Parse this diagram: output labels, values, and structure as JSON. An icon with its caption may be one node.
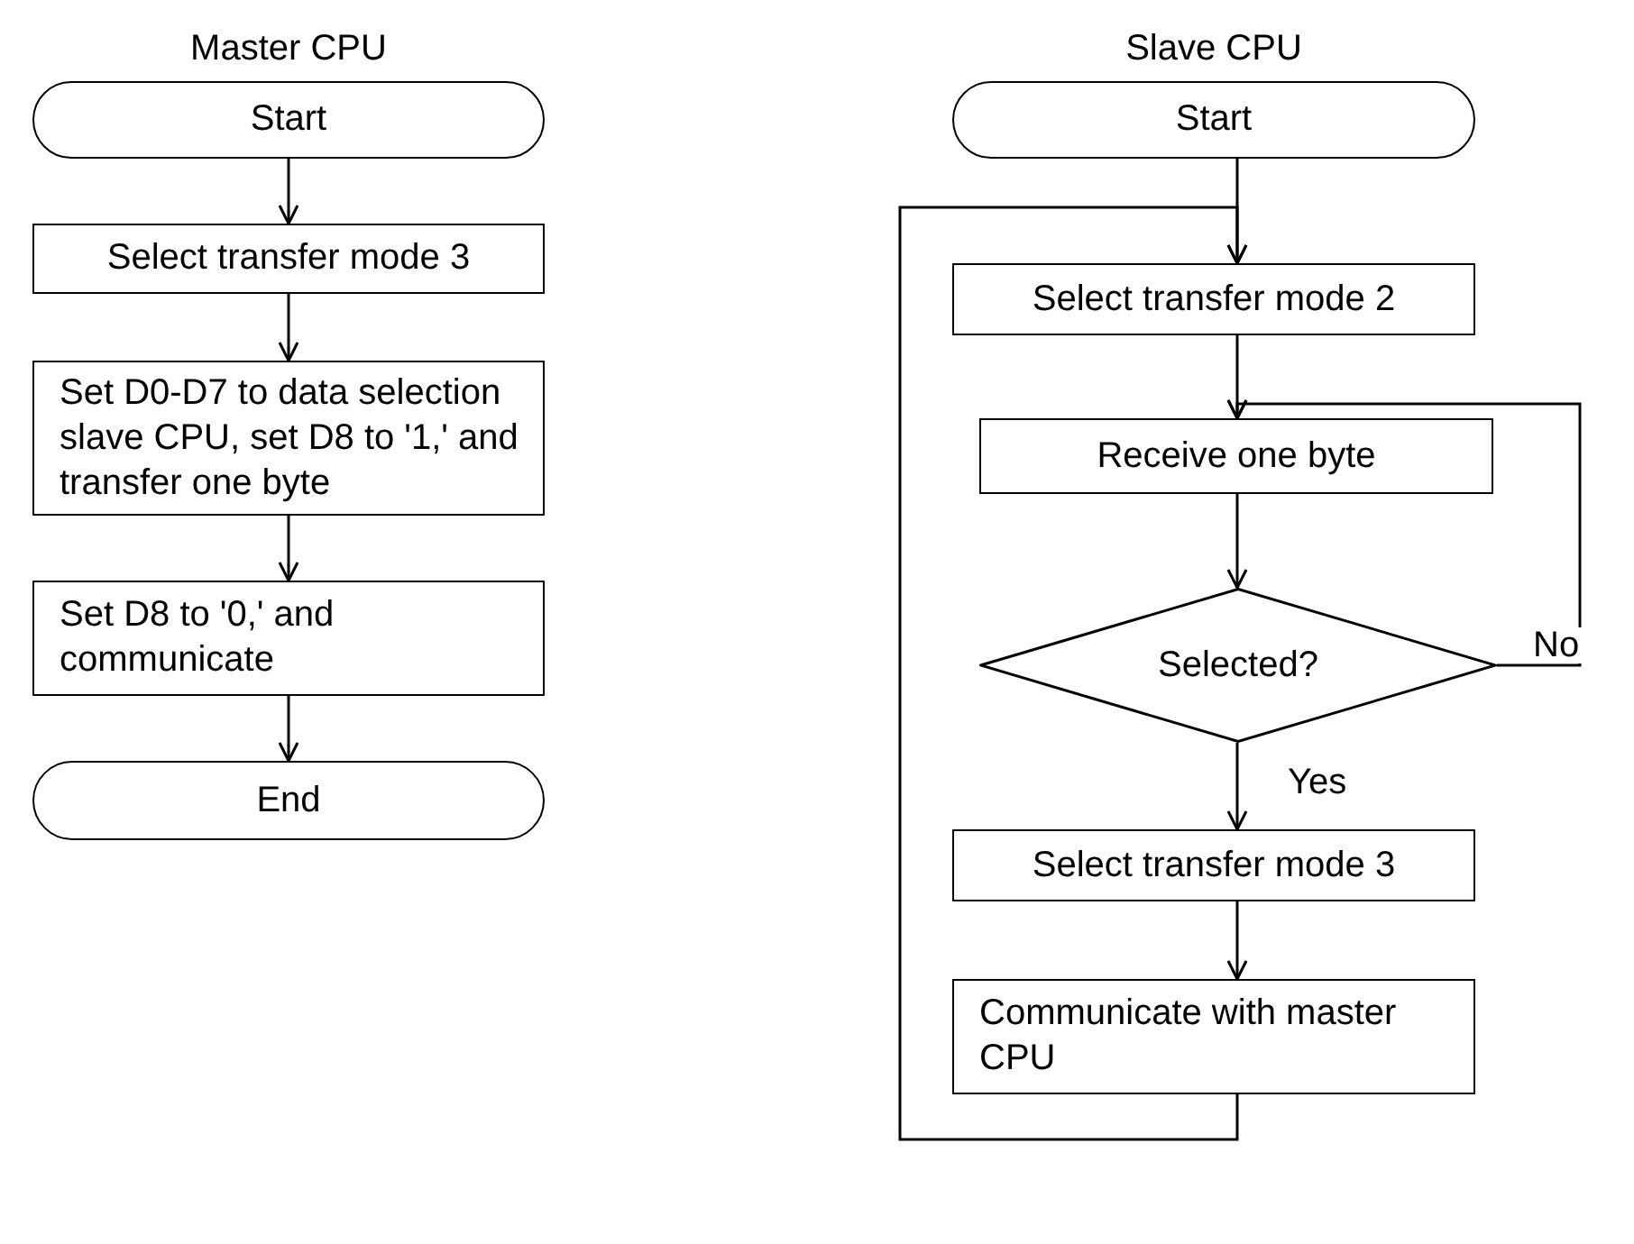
{
  "diagram": {
    "nodes": [
      {
        "text": [
          "Start"
        ]
      },
      {
        "text": [
          "Select transfer mode 3"
        ]
      },
      {
        "text": [
          "Set D0-D7 to data selection slave CPU, set D8 to '1,' and transfer one byte"
        ]
      },
      {
        "text": [
          "Set D8 to '0,' and communicate"
        ]
      },
      {
        "text": [
          "End"
        ]
      },
      {
        "text": [
          "Start"
        ]
      },
      {
        "text": [
          "Select transfer mode 2"
        ]
      },
      {
        "text": [
          "Receive one byte"
        ]
      },
      {
        "text": [
          "Selected?"
        ]
      },
      {
        "text": [
          "Select transfer mode 3"
        ]
      },
      {
        "text": [
          "Communicate with master CPU"
        ]
      }
    ],
    "edges": [
      {
        "from": 0,
        "to": 1,
        "arrow": "to"
      },
      {
        "from": 1,
        "to": 2,
        "arrow": "to"
      },
      {
        "from": 2,
        "to": 3,
        "arrow": "to"
      },
      {
        "from": 3,
        "to": 4,
        "arrow": "to"
      },
      {
        "from": 5,
        "to": 6,
        "arrow": "to"
      },
      {
        "from": 6,
        "to": 7,
        "arrow": "to"
      },
      {
        "from": 7,
        "to": 8,
        "arrow": "to"
      },
      {
        "from": 8,
        "to": 9,
        "arrow": "to",
        "label": "Yes"
      },
      {
        "from": 9,
        "to": 10,
        "arrow": "to"
      },
      {
        "from": 8,
        "to": 7,
        "arrow": "to",
        "label": "No"
      },
      {
        "from": 10,
        "to": 6,
        "arrow": "to"
      }
    ],
    "labels": [
      "Master CPU",
      "Slave CPU"
    ]
  }
}
